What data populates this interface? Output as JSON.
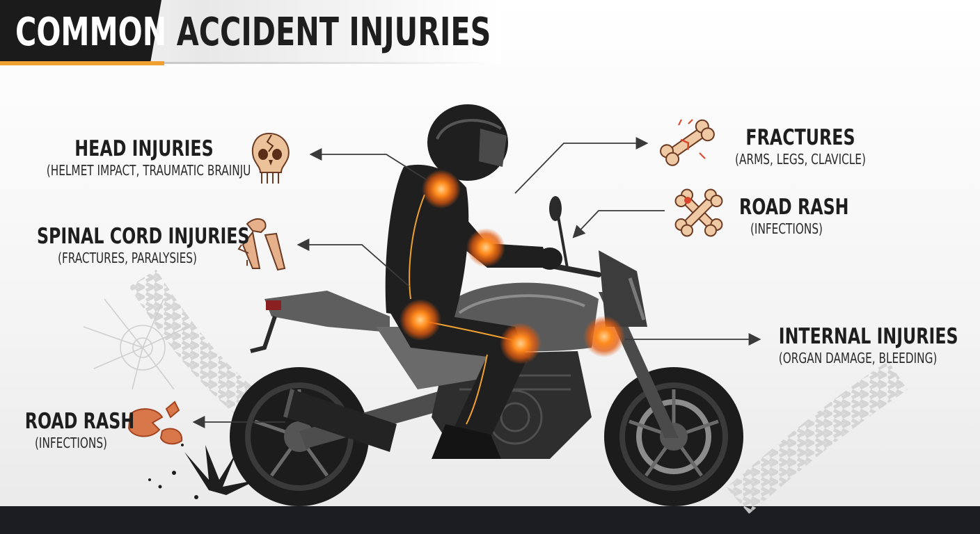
{
  "title": {
    "word1": "COMMON",
    "word2": "ACCIDENT INJURIES"
  },
  "callouts": {
    "head": {
      "heading": "HEAD INJURIES",
      "sub": "(HELMET IMPACT, TRAUMATIC BRAINJU"
    },
    "spinal": {
      "heading": "SPINAL CORD INJURIES",
      "sub": "(FRACTURES, PARALYSIES)"
    },
    "road_rash_left": {
      "heading": "ROAD RASH",
      "sub": "(INFECTIONS)"
    },
    "fractures": {
      "heading": "FRACTURES",
      "sub": "(ARMS, LEGS, CLAVICLE)"
    },
    "road_rash_right": {
      "heading": "ROAD RASH",
      "sub": "(INFECTIONS)"
    },
    "internal": {
      "heading": "INTERNAL INJURIES",
      "sub": "(ORGAN DAMAGE, BLEEDING)"
    }
  },
  "icons": {
    "head": "cracked-skull-icon",
    "spinal": "broken-spine-icon",
    "road_rash_left": "skin-abrasion-icon",
    "fractures": "broken-bone-icon",
    "road_rash_right": "crossed-bones-icon"
  },
  "colors": {
    "accent": "#f0a030",
    "impact_glow": "#ff7a1a",
    "bone": "#e8b38a",
    "dark": "#1b1b1b"
  }
}
